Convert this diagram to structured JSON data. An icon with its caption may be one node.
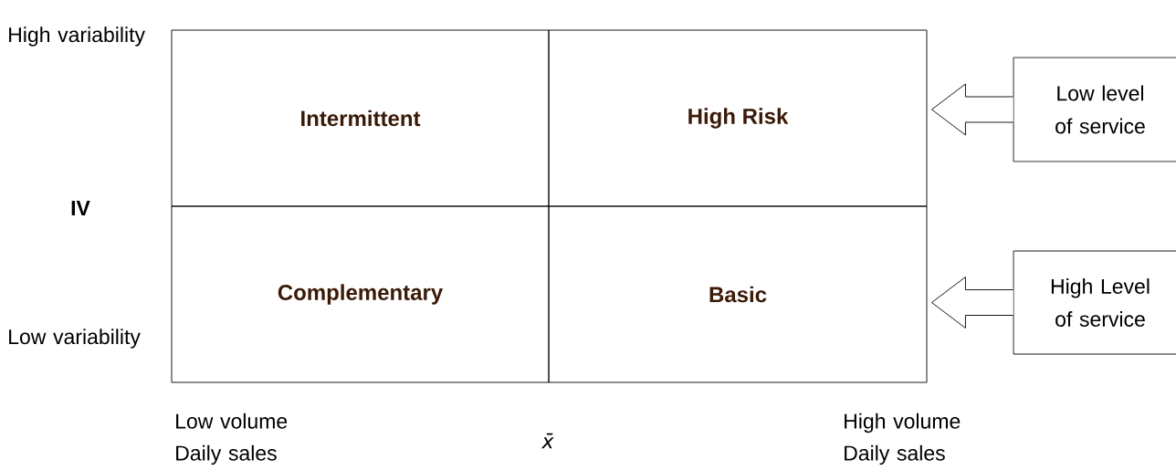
{
  "diagram": {
    "nodes": [
      {
        "text": [
          "Intermittent"
        ]
      },
      {
        "text": [
          "High Risk"
        ]
      },
      {
        "text": [
          "Complementary"
        ]
      },
      {
        "text": [
          "Basic"
        ]
      },
      {
        "text": [
          "Low level of service"
        ]
      },
      {
        "text": [
          "High Level of service"
        ]
      }
    ],
    "edges": [
      {
        "from": 4,
        "to": 1,
        "arrow": "to"
      },
      {
        "from": 5,
        "to": 3,
        "arrow": "to"
      }
    ],
    "labels": [
      "High variability",
      "IV",
      "Low variability",
      "Low volume Daily sales",
      "x̄",
      "High volume Daily sales"
    ]
  }
}
